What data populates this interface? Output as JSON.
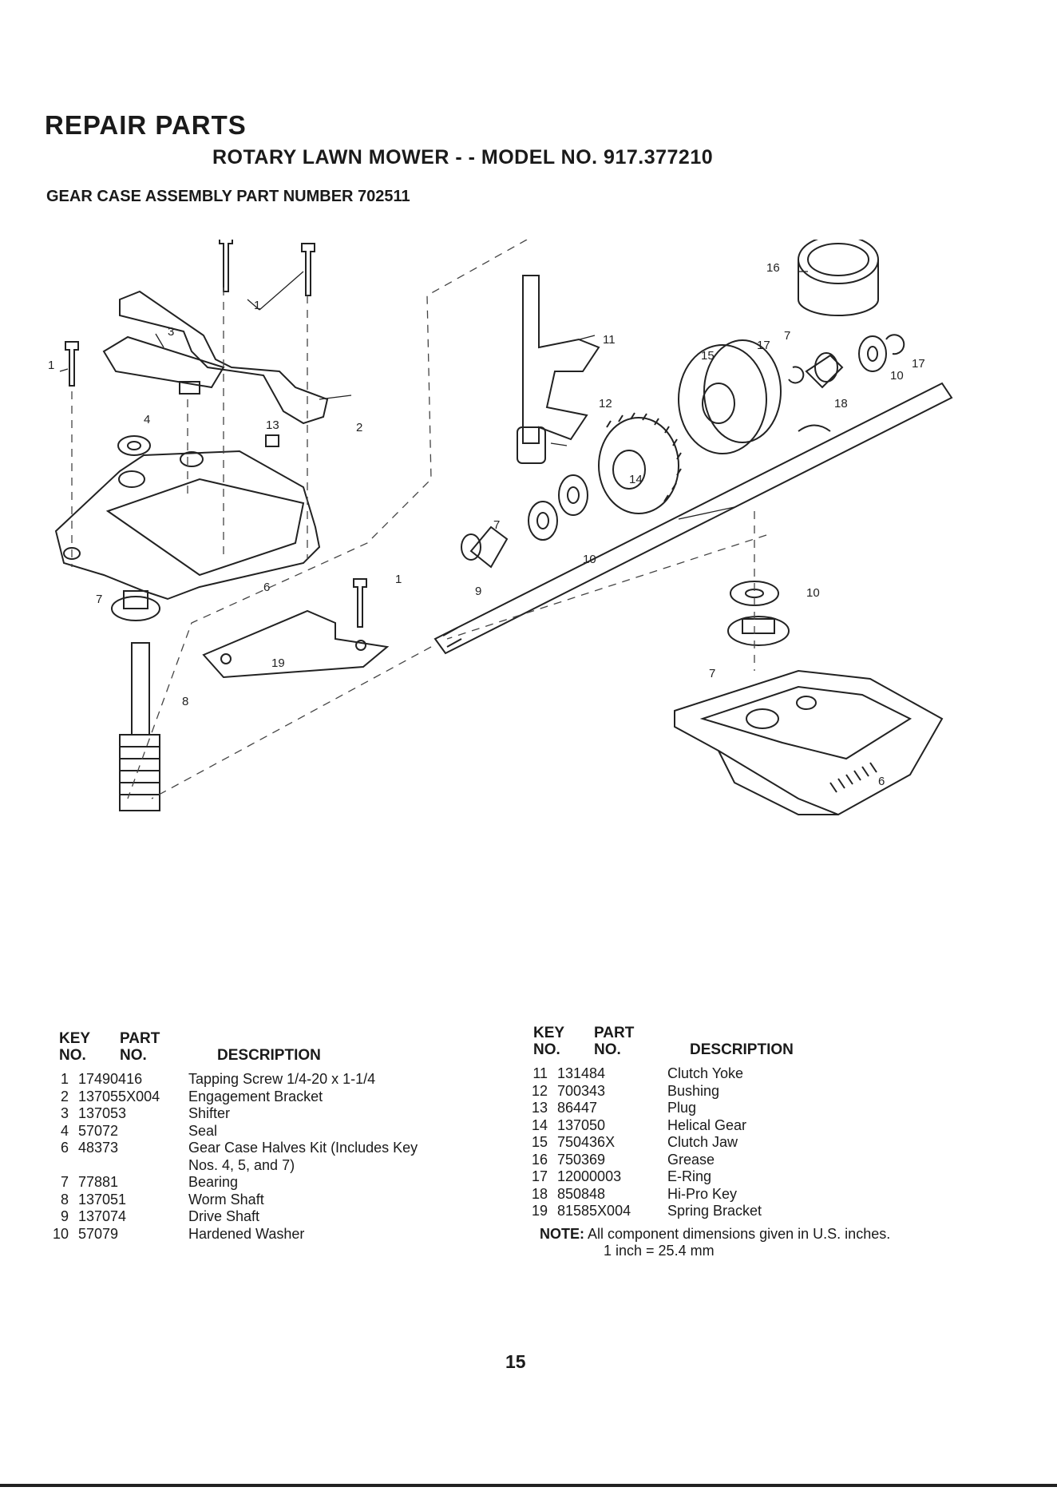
{
  "header": {
    "title": "REPAIR PARTS",
    "subtitle": "ROTARY LAWN MOWER - - MODEL NO. 917.377210",
    "assembly": "GEAR CASE ASSEMBLY PART NUMBER 702511"
  },
  "columns": {
    "key_line1": "KEY",
    "key_line2": "NO.",
    "part_line1": "PART",
    "part_line2": "NO.",
    "description": "DESCRIPTION"
  },
  "parts_left": [
    {
      "key": "1",
      "part": "17490416",
      "desc": "Tapping Screw  1/4-20 x 1-1/4"
    },
    {
      "key": "2",
      "part": "137055X004",
      "desc": "Engagement Bracket"
    },
    {
      "key": "3",
      "part": "137053",
      "desc": "Shifter"
    },
    {
      "key": "4",
      "part": "57072",
      "desc": "Seal"
    },
    {
      "key": "6",
      "part": "48373",
      "desc": "Gear Case Halves Kit (Includes Key"
    },
    {
      "key": "",
      "part": "",
      "desc": "Nos. 4, 5, and 7)"
    },
    {
      "key": "7",
      "part": "77881",
      "desc": "Bearing"
    },
    {
      "key": "8",
      "part": "137051",
      "desc": "Worm Shaft"
    },
    {
      "key": "9",
      "part": "137074",
      "desc": "Drive Shaft"
    },
    {
      "key": "10",
      "part": "57079",
      "desc": "Hardened Washer"
    }
  ],
  "parts_right": [
    {
      "key": "11",
      "part": "131484",
      "desc": "Clutch Yoke"
    },
    {
      "key": "12",
      "part": "700343",
      "desc": "Bushing"
    },
    {
      "key": "13",
      "part": "86447",
      "desc": "Plug"
    },
    {
      "key": "14",
      "part": "137050",
      "desc": "Helical Gear"
    },
    {
      "key": "15",
      "part": "750436X",
      "desc": "Clutch Jaw"
    },
    {
      "key": "16",
      "part": "750369",
      "desc": "Grease"
    },
    {
      "key": "17",
      "part": "12000003",
      "desc": "E-Ring"
    },
    {
      "key": "18",
      "part": "850848",
      "desc": "Hi-Pro Key"
    },
    {
      "key": "19",
      "part": "81585X004",
      "desc": "Spring Bracket"
    }
  ],
  "note": {
    "label": "NOTE:",
    "line1": "All component dimensions given in U.S. inches.",
    "line2": "1 inch = 25.4 mm"
  },
  "page_number": "15",
  "callouts": {
    "c1": "1",
    "c2": "2",
    "c3": "3",
    "c4": "4",
    "c6": "6",
    "c7": "7",
    "c8": "8",
    "c9": "9",
    "c10": "10",
    "c11": "11",
    "c12": "12",
    "c13": "13",
    "c14": "14",
    "c15": "15",
    "c16": "16",
    "c17": "17",
    "c18": "18",
    "c19": "19"
  }
}
